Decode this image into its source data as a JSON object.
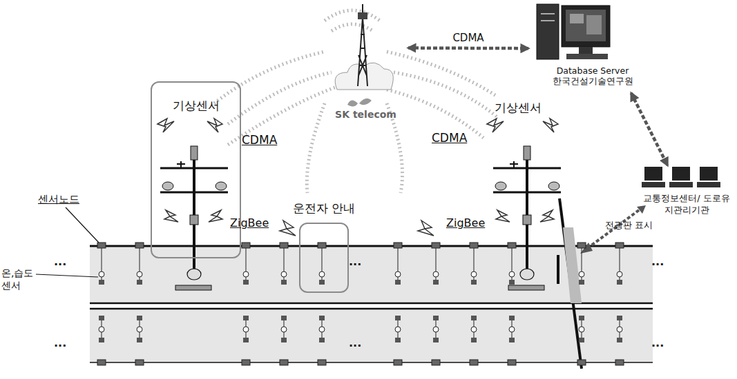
{
  "diagram": {
    "nodes": [
      {
        "text": [
          "SK telecom"
        ]
      },
      {
        "text": [
          "Database Server",
          "한국건설기술연구원"
        ]
      },
      {
        "text": [
          "교통정보센터/ 도로유지관리기관"
        ]
      },
      {
        "text": [
          "기상센서"
        ]
      },
      {
        "text": [
          "운전자 안내"
        ]
      }
    ],
    "edges": [
      {
        "from": 0,
        "to": 1,
        "arrow": "both",
        "label": "CDMA"
      },
      {
        "from": 1,
        "to": 2,
        "arrow": "both"
      }
    ],
    "labels": [
      "기상센서",
      "CDMA",
      "CDMA",
      "ZigBee",
      "ZigBee",
      "센서노드",
      "온,습도 센서",
      "전광판 표시",
      "...",
      "...",
      "...",
      "...",
      "...",
      "..."
    ]
  }
}
